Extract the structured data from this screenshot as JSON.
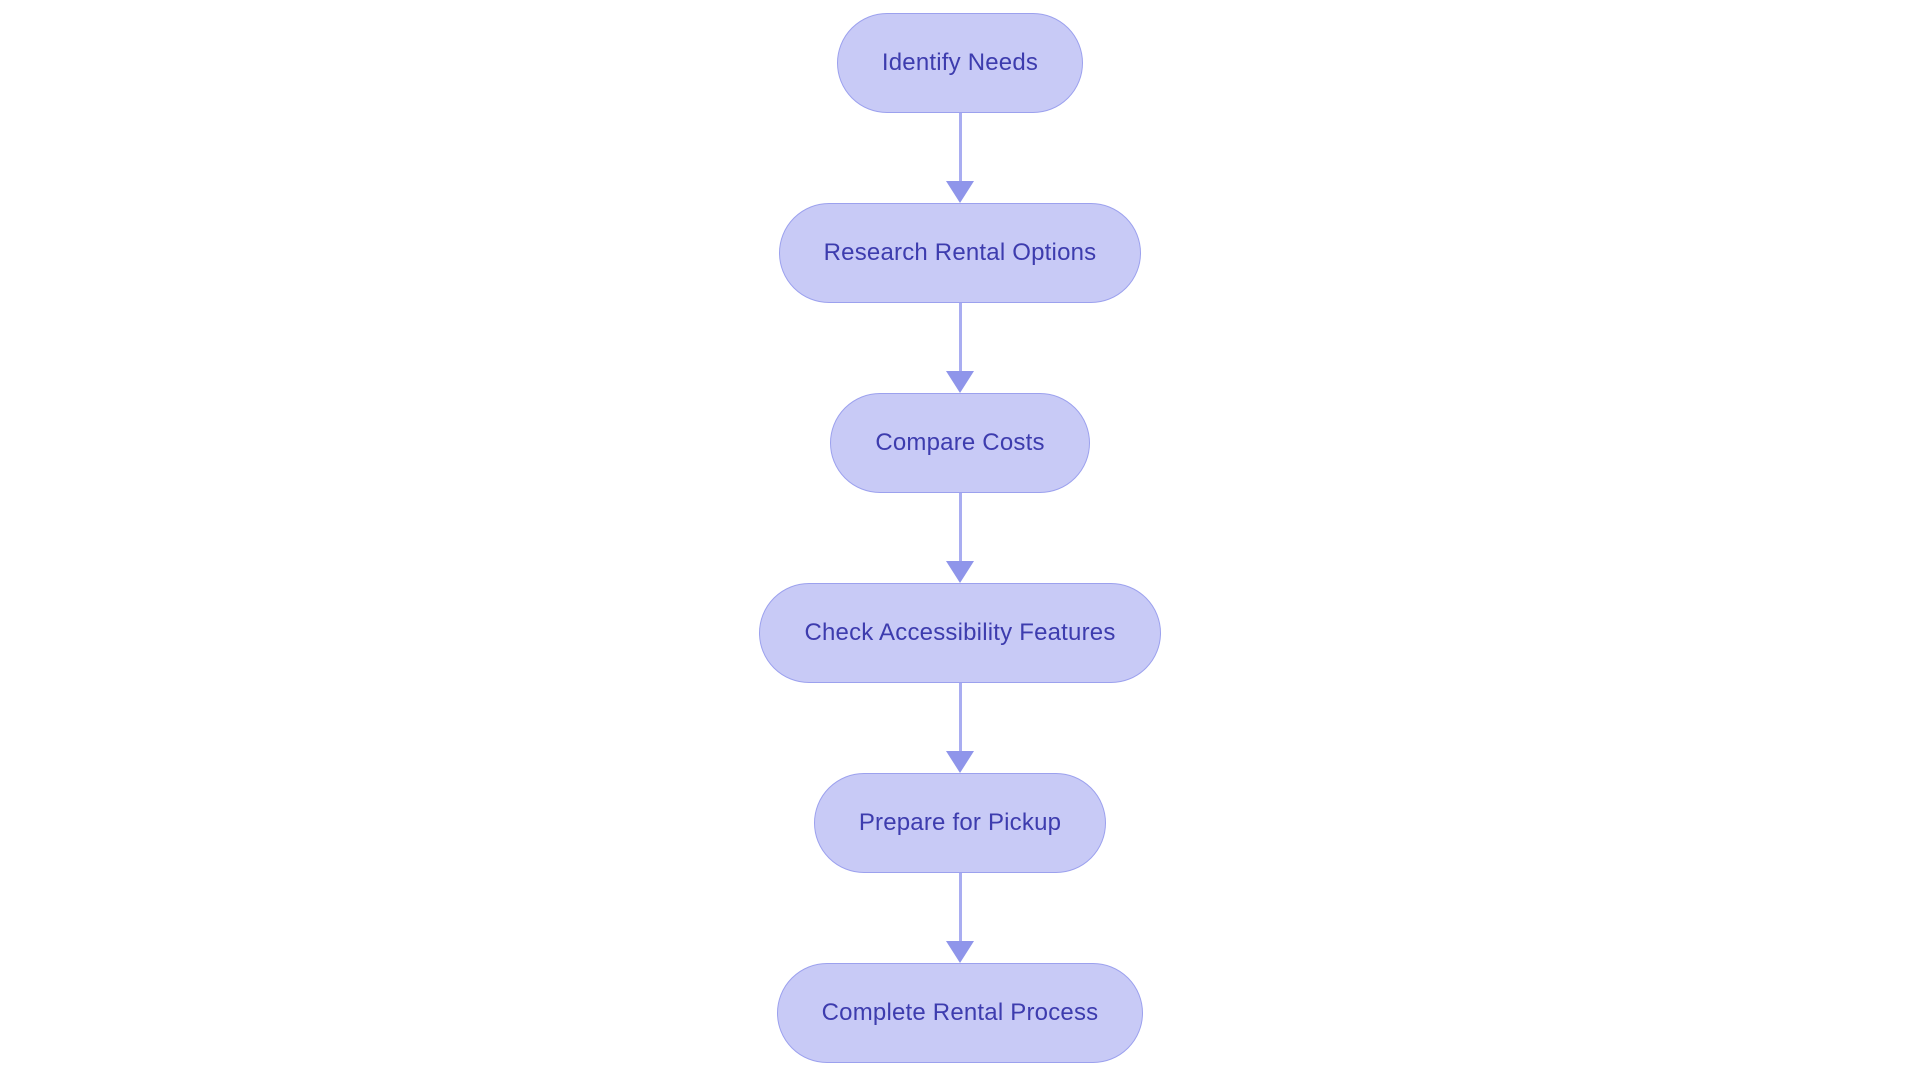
{
  "flowchart": {
    "type": "flowchart",
    "direction": "top-down",
    "nodes": [
      {
        "id": "identify-needs",
        "label": "Identify Needs",
        "shape": "stadium"
      },
      {
        "id": "research-rental-options",
        "label": "Research Rental Options",
        "shape": "stadium"
      },
      {
        "id": "compare-costs",
        "label": "Compare Costs",
        "shape": "stadium"
      },
      {
        "id": "check-accessibility-features",
        "label": "Check Accessibility Features",
        "shape": "stadium"
      },
      {
        "id": "prepare-for-pickup",
        "label": "Prepare for Pickup",
        "shape": "stadium"
      },
      {
        "id": "complete-rental-process",
        "label": "Complete Rental Process",
        "shape": "stadium"
      }
    ],
    "edges": [
      {
        "from": "identify-needs",
        "to": "research-rental-options"
      },
      {
        "from": "research-rental-options",
        "to": "compare-costs"
      },
      {
        "from": "compare-costs",
        "to": "check-accessibility-features"
      },
      {
        "from": "check-accessibility-features",
        "to": "prepare-for-pickup"
      },
      {
        "from": "prepare-for-pickup",
        "to": "complete-rental-process"
      }
    ]
  },
  "colors": {
    "background": "#ffffff",
    "node_fill": "#c8caf6",
    "node_border": "#9ca1ee",
    "node_text": "#3d3cae",
    "arrow_line": "#a9adf1",
    "arrow_head": "#8f95ea"
  }
}
